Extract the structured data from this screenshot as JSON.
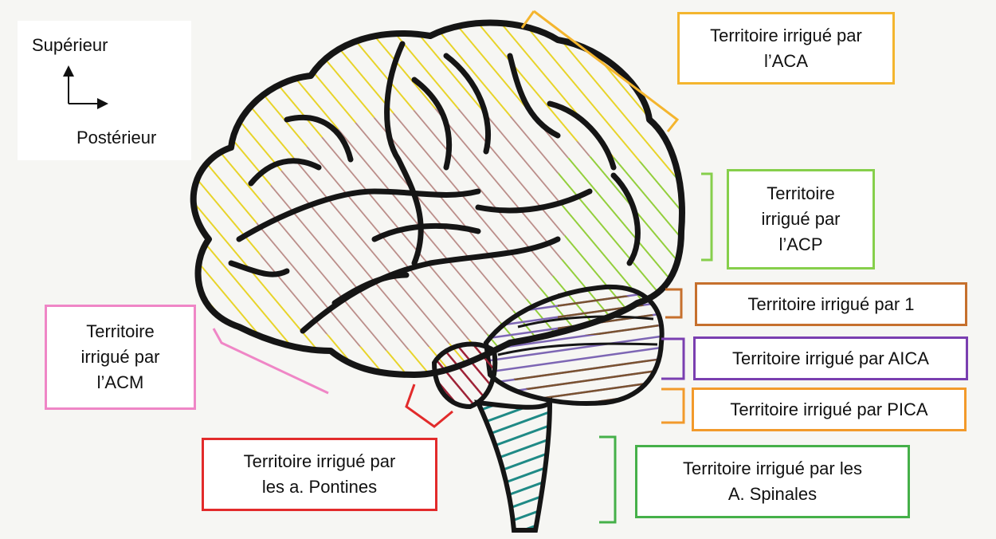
{
  "orientation": {
    "superior_label": "Supérieur",
    "posterior_label": "Postérieur"
  },
  "labels": {
    "aca": "Territoire irrigué par\nl’ACA",
    "acp": "Territoire\nirrigué par\nl’ACP",
    "sca": "Territoire irrigué par 1",
    "aica": "Territoire irrigué par AICA",
    "pica": "Territoire irrigué par PICA",
    "spinales": "Territoire irrigué par les\nA. Spinales",
    "pontines": "Territoire irrigué par\nles a. Pontines",
    "acm": "Territoire\nirrigué par\nl’ACM"
  },
  "colors": {
    "aca": "#f4b52e",
    "acp": "#86cf4b",
    "sca": "#c6702d",
    "aica": "#7a3fb0",
    "pica": "#f29a2b",
    "spinales": "#45b049",
    "pontines": "#e22b2b",
    "acm": "#ef86c6",
    "outline": "#151515",
    "hatch_yellow": "#e8d42a",
    "hatch_brain": "#b98a86",
    "hatch_green": "#93cf3c",
    "hatch_brown": "#7a5230",
    "hatch_purple": "#7d66b4",
    "hatch_red": "#9e2236",
    "hatch_teal": "#1f8a86"
  }
}
